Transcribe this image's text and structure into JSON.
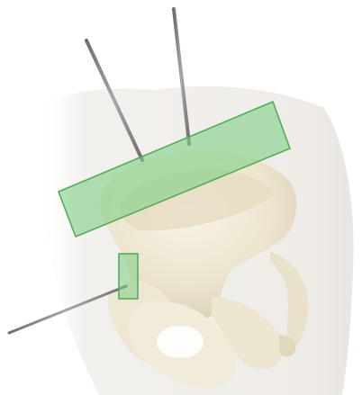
{
  "figure": {
    "subject": "pelvis-with-pins",
    "colors": {
      "background": "#ffffff",
      "body_silhouette": "#f2f0ec",
      "bone_light": "#f4efdf",
      "bone_mid": "#e8e0c8",
      "bone_shadow": "#d6ccb0",
      "pin": "#8c8c8c",
      "pin_dark": "#6f6f6f",
      "highlight_fill": "#7fce86",
      "highlight_stroke": "#4daa55"
    },
    "icons": {
      "pins": "surgical-pin-icon",
      "highlights": "highlight-region-icon"
    },
    "pins": [
      "pin-upper-left",
      "pin-upper-right",
      "pin-lower-left"
    ],
    "highlights": [
      "iliac-crest-zone",
      "ais-zone"
    ]
  }
}
